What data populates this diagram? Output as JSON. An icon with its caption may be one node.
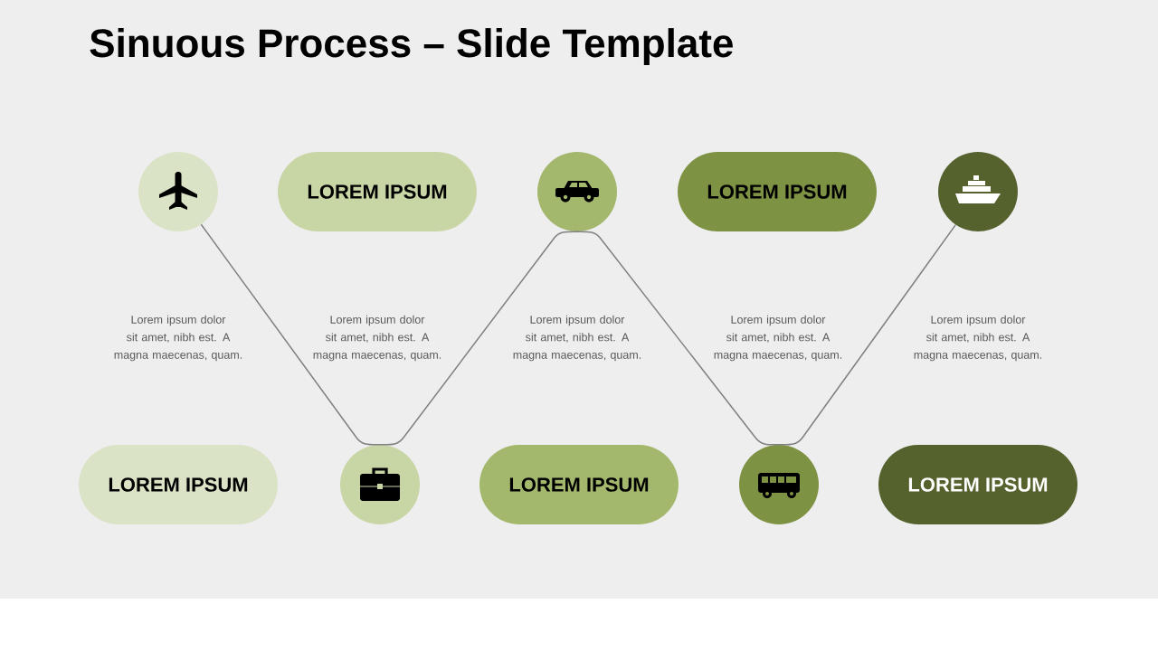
{
  "diagram": {
    "title": "Sinuous Process – Slide Template",
    "nodes": [
      {
        "text": [],
        "shape": "circle"
      },
      {
        "text": [
          "LOREM IPSUM"
        ]
      },
      {
        "text": [],
        "shape": "circle"
      },
      {
        "text": [
          "LOREM IPSUM"
        ]
      },
      {
        "text": [],
        "shape": "circle"
      },
      {
        "text": [
          "LOREM IPSUM"
        ]
      },
      {
        "text": [],
        "shape": "circle"
      },
      {
        "text": [
          "LOREM IPSUM"
        ]
      },
      {
        "text": [],
        "shape": "circle"
      },
      {
        "text": [
          "LOREM IPSUM"
        ]
      }
    ],
    "edges": [
      {
        "from": 0,
        "to": 6,
        "arrow": "none"
      },
      {
        "from": 6,
        "to": 2,
        "arrow": "none"
      },
      {
        "from": 2,
        "to": 8,
        "arrow": "none"
      },
      {
        "from": 8,
        "to": 4,
        "arrow": "none"
      }
    ],
    "labels": [
      "Lorem ipsum dolor sit amet, nibh est. A magna maecenas, quam.",
      "Lorem ipsum dolor sit amet, nibh est. A magna maecenas, quam.",
      "Lorem ipsum dolor sit amet, nibh est. A magna maecenas, quam.",
      "Lorem ipsum dolor sit amet, nibh est. A magna maecenas, quam.",
      "Lorem ipsum dolor sit amet, nibh est. A magna maecenas, quam."
    ]
  }
}
